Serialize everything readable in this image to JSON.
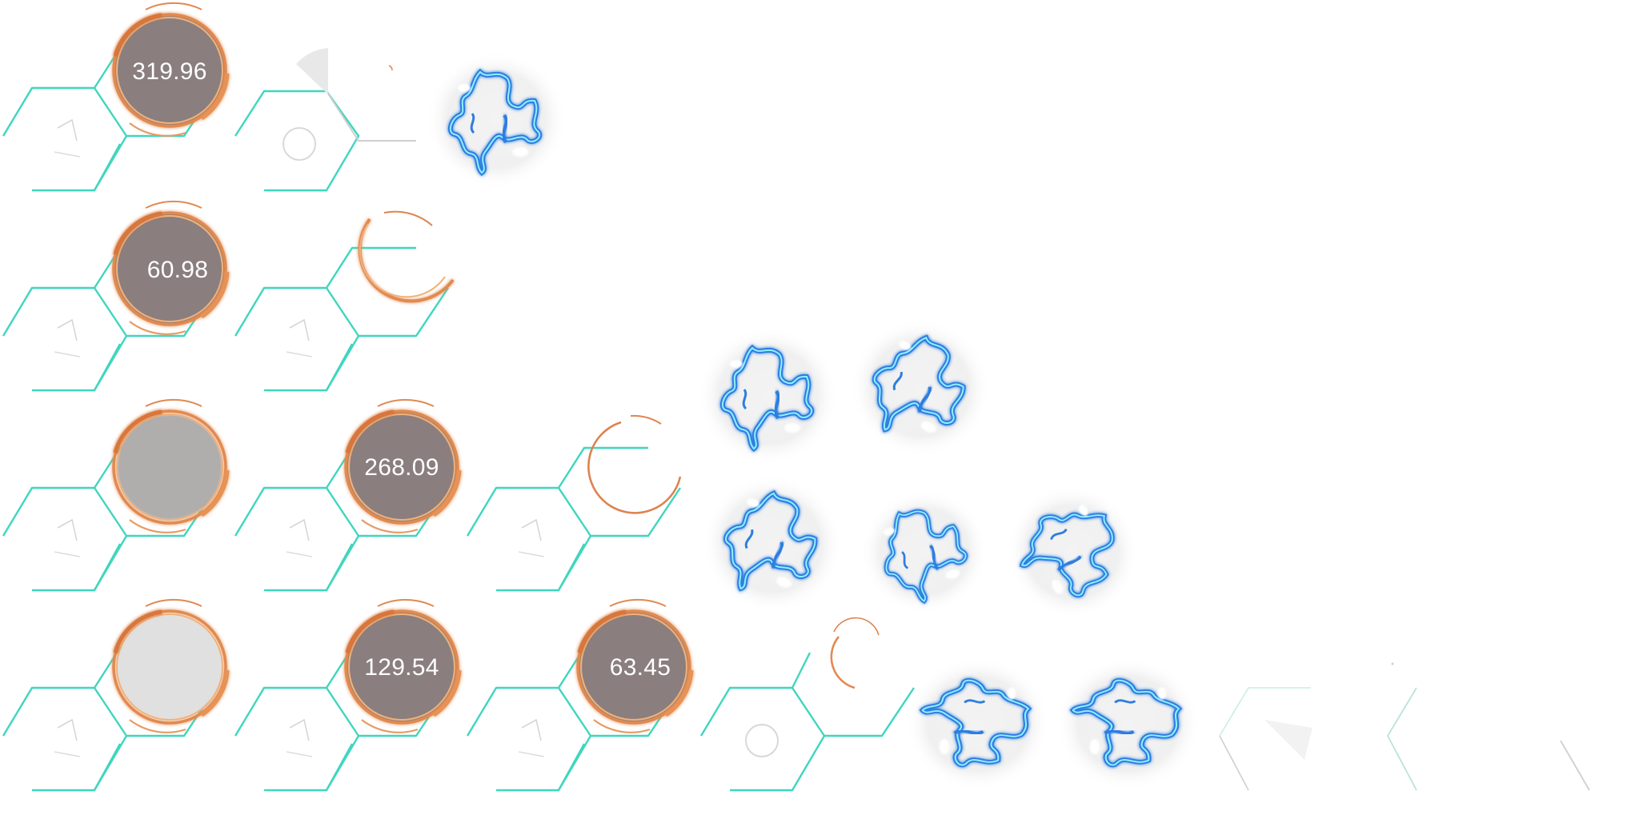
{
  "colors": {
    "hex_outline": "#3fd6bf",
    "hex_outline_faint": "#9fe6da",
    "ring_copper": "#e0834a",
    "ring_glow": "#f2b27e",
    "badge_fill": "#8a7e7e",
    "badge_fill_empty": "#b3b0b0",
    "badge_fill_pale": "#e2e2e2",
    "crack_blue": "#2f7de0",
    "crack_cyan": "#7fe3ff",
    "value_text": "#ffffff"
  },
  "sprite_rows": [
    {
      "row": 1,
      "value": "319.96",
      "frames": [
        "hex-badge",
        "hex-badge-sweep",
        "crack-burst"
      ]
    },
    {
      "row": 2,
      "value": "60.98",
      "frames": [
        "hex-badge",
        "hex-ring-open"
      ]
    },
    {
      "row": 3,
      "value": "268.09",
      "frames": [
        "hex-badge-empty",
        "hex-badge",
        "hex-ring-partial",
        "crack-burst",
        "crack-burst",
        "crack-burst",
        "crack-burst",
        "crack-burst"
      ]
    },
    {
      "row": 4,
      "values": [
        "129.54",
        "63.45"
      ],
      "frames": [
        "hex-badge-pale",
        "hex-badge",
        "hex-badge",
        "hex-ring-fragment",
        "crack-burst",
        "crack-burst",
        "hex-fade",
        "hex-fade",
        "hex-fade"
      ]
    }
  ],
  "badges": {
    "b1": "319.96",
    "b2": "60.98",
    "b3": "268.09",
    "b4": "129.54",
    "b5": "63.45"
  }
}
